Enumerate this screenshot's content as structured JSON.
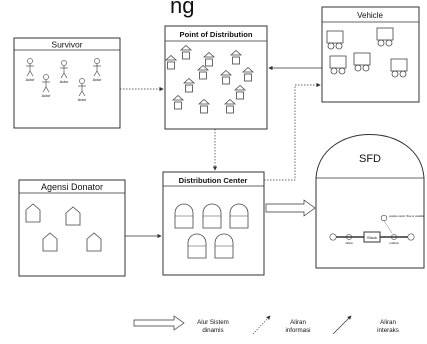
{
  "header": {
    "partial_title": "ng"
  },
  "nodes": {
    "survivor": {
      "title": "Survivor",
      "actor_label": "Actor"
    },
    "point_of_distribution": {
      "title": "Point of Distribution"
    },
    "vehicle": {
      "title": "Vehicle"
    },
    "agensi_donator": {
      "title": "Agensi Donator"
    },
    "distribution_center": {
      "title": "Distribution Center"
    },
    "sfd": {
      "title": "SFD",
      "stock_label": "Stock",
      "aux_label": "positive stock / flow or variable",
      "inflow_label": "inflow",
      "outflow_label": "outflow"
    }
  },
  "legend": [
    {
      "key": "alur",
      "line1": "Alur Sistem",
      "line2": "dinamis"
    },
    {
      "key": "aliran_info",
      "line1": "Aliran",
      "line2": "informasi"
    },
    {
      "key": "aliran_interaksi",
      "line1": "Aliran",
      "line2": "interaks"
    }
  ]
}
